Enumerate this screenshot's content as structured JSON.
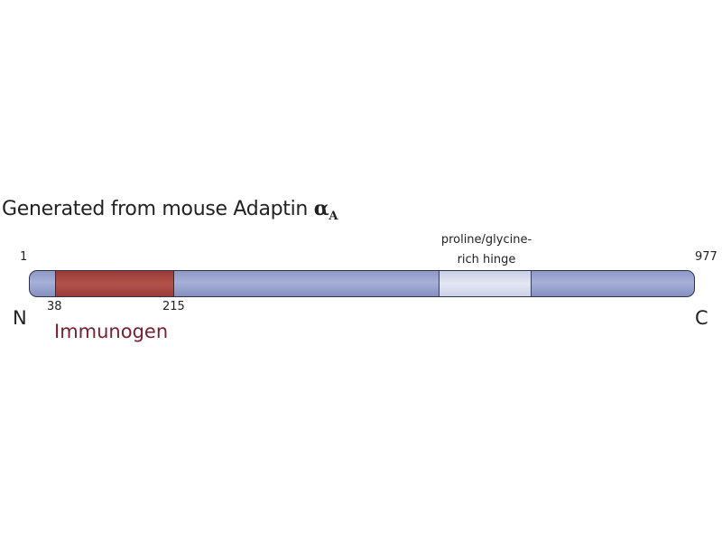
{
  "title": {
    "text": "Generated from mouse Adaptin ",
    "symbol": "α",
    "subscript": "A"
  },
  "protein": {
    "start": 1,
    "end": 977,
    "start_label": "1",
    "end_label": "977",
    "n_terminus": "N",
    "c_terminus": "C"
  },
  "immunogen": {
    "label": "Immunogen",
    "start": "38",
    "end": "215",
    "color": "#a8443f"
  },
  "hinge": {
    "label_line1": "proline/glycine-",
    "label_line2": "rich hinge"
  },
  "colors": {
    "bar": "#99a3cf",
    "hinge": "#d8dcee"
  }
}
